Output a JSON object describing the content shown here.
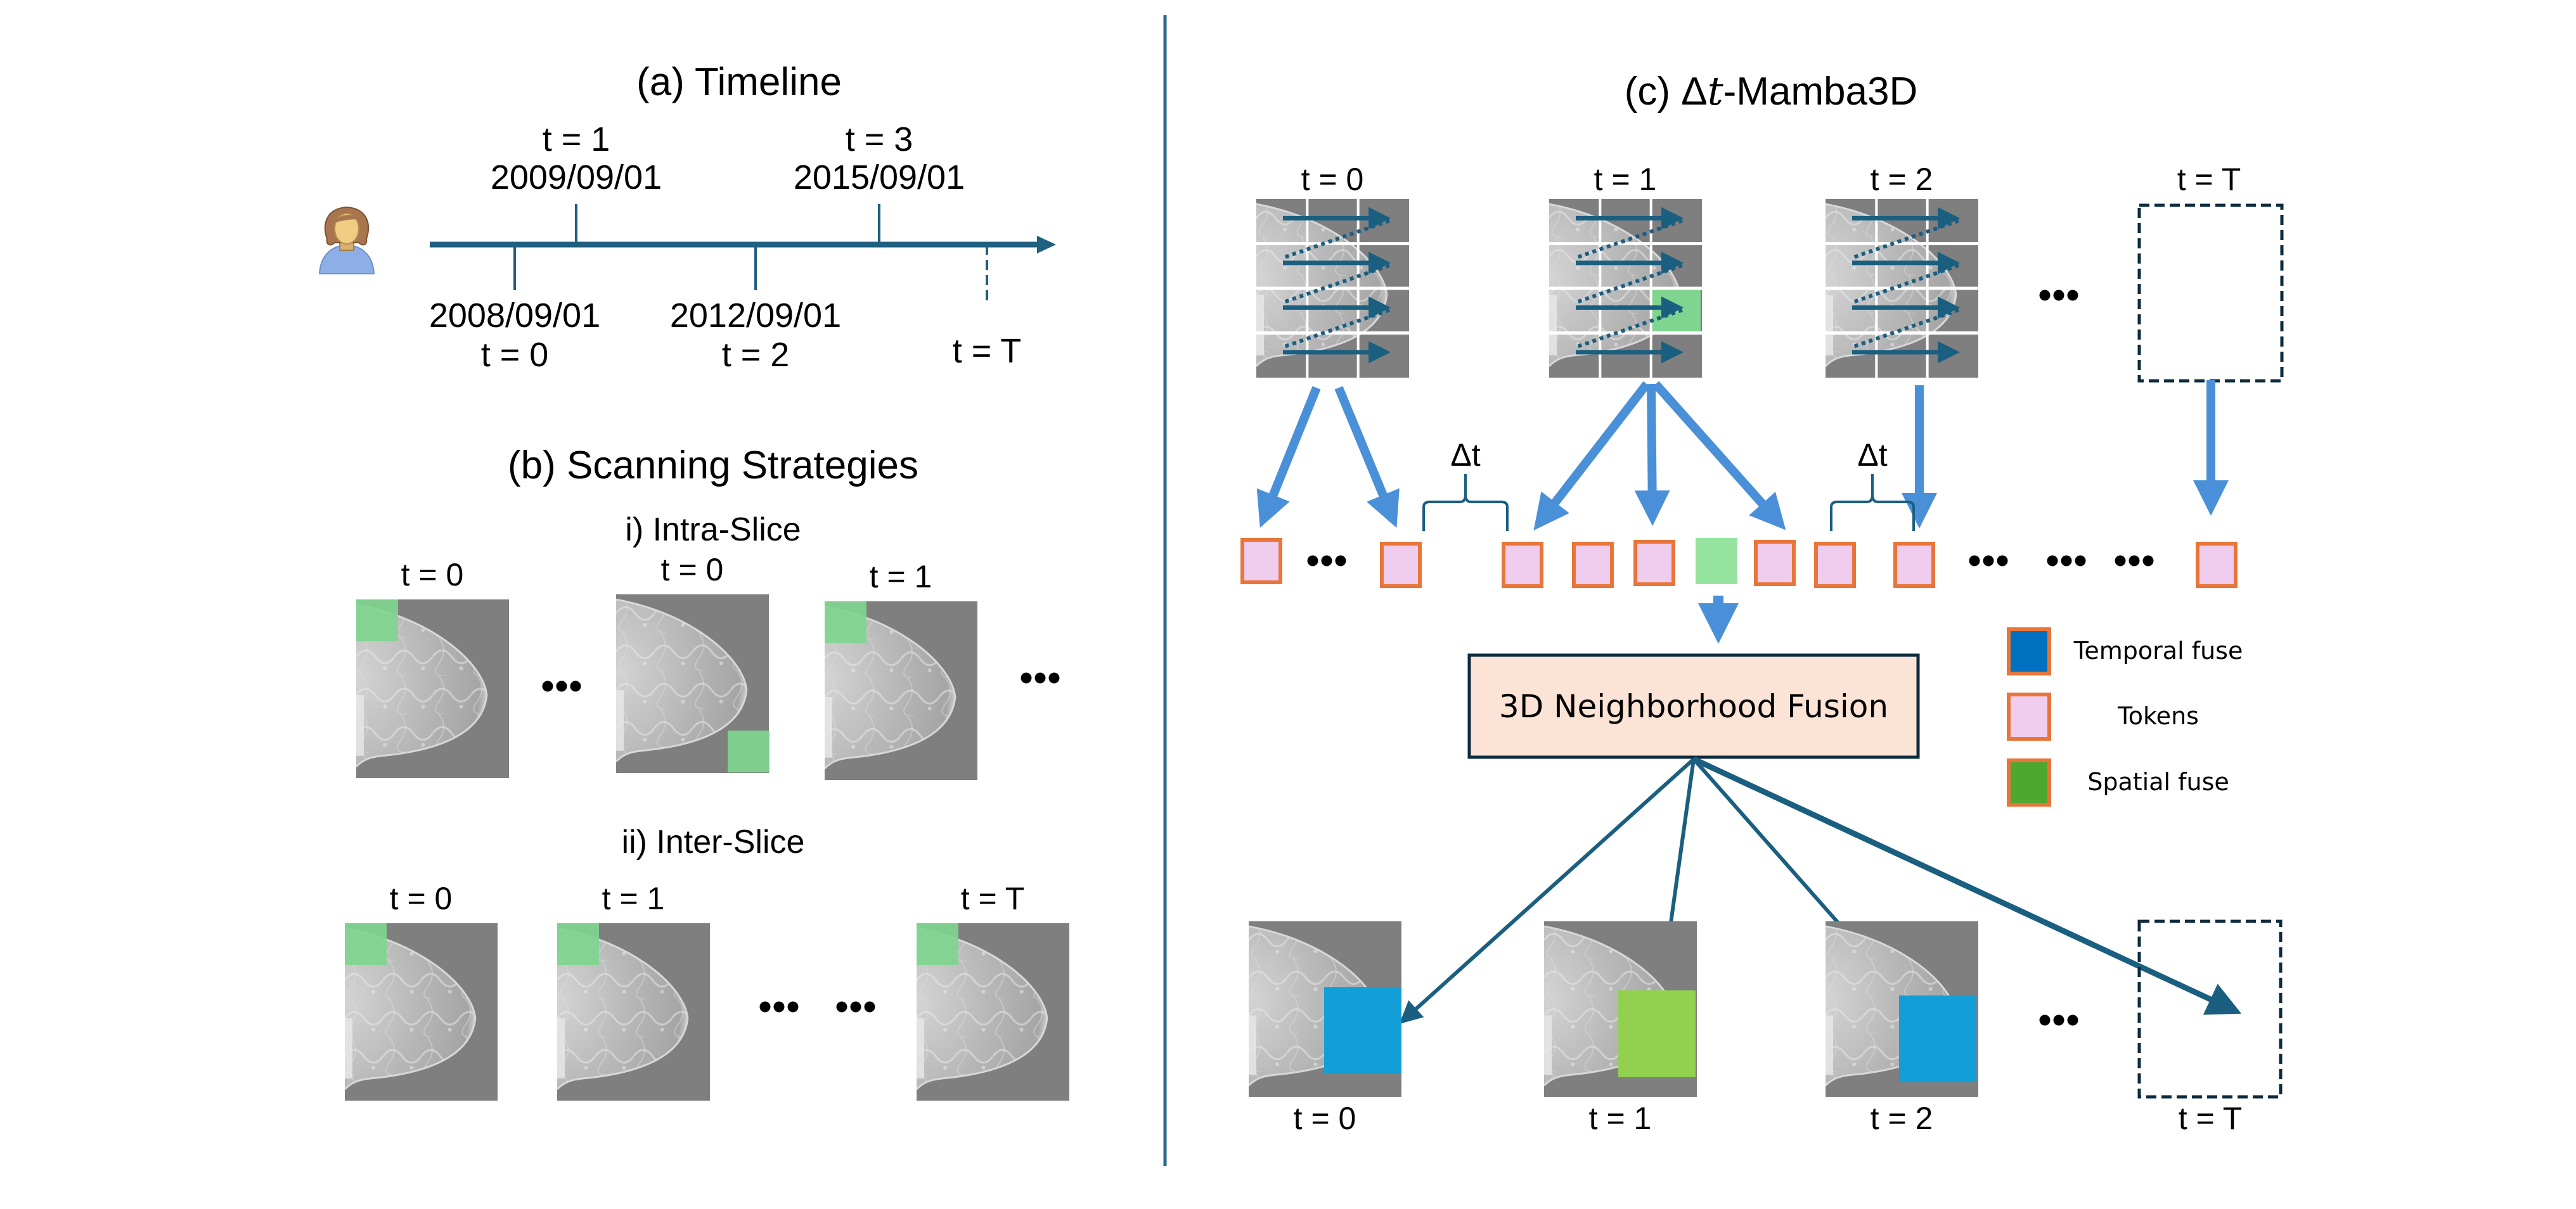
{
  "colors": {
    "timeline": "#1f5f7f",
    "divider": "#2a6a8a",
    "arrow_light": "#4a90d9",
    "arrow_dark": "#1a5e80",
    "token_fill": "#f0ccee",
    "token_border": "#e8763a",
    "green_token": "#96e3a0",
    "green_patch": "#7fd58f",
    "temporal_fuse": "#0070c0",
    "spatial_fuse": "#4ea72e",
    "temporal_overlay": "#129fd8",
    "spatial_overlay": "#92d050",
    "fusion_fill": "#fbe3d6",
    "fusion_border": "#0d2b3e",
    "scan_gray": "#7f7f7f",
    "dashed_box": "#0d2b3e"
  },
  "panel_a": {
    "title": "(a) Timeline",
    "icon": "patient-woman-icon",
    "events": [
      {
        "t_label": "t = 0",
        "date": "2008/09/01",
        "side": "below"
      },
      {
        "t_label": "t = 1",
        "date": "2009/09/01",
        "side": "above"
      },
      {
        "t_label": "t = 2",
        "date": "2012/09/01",
        "side": "below"
      },
      {
        "t_label": "t = 3",
        "date": "2015/09/01",
        "side": "above"
      },
      {
        "t_label": "t = T",
        "date": "",
        "side": "below",
        "dashed": true
      }
    ]
  },
  "panel_b": {
    "title": "(b) Scanning Strategies",
    "intra": {
      "title": "i) Intra-Slice",
      "slices": [
        {
          "label": "t = 0",
          "patch": "top-left"
        },
        {
          "label": "t = 0",
          "patch": "bottom-right"
        },
        {
          "label": "t = 1",
          "patch": "top-left"
        }
      ],
      "ellipsis": "•••"
    },
    "inter": {
      "title": "ii) Inter-Slice",
      "slices": [
        {
          "label": "t = 0",
          "patch": "top-left"
        },
        {
          "label": "t = 1",
          "patch": "top-left"
        },
        {
          "label": "t = T",
          "patch": "top-left"
        }
      ],
      "ellipsis": "•••"
    }
  },
  "panel_c": {
    "title_prefix": "(c) ",
    "title_delta": "Δ",
    "title_t": "t",
    "title_suffix": "-Mamba3D",
    "top_slices": [
      {
        "label": "t = 0",
        "green_cell": null
      },
      {
        "label": "t = 1",
        "green_cell": [
          2,
          2
        ]
      },
      {
        "label": "t = 2",
        "green_cell": null
      },
      {
        "label": "t = T",
        "placeholder": true
      }
    ],
    "grid": {
      "cols": 3,
      "rows": 4
    },
    "delta_label": "Δt",
    "ellipsis": "•••",
    "tokens": [
      "token",
      "ellipsis",
      "token",
      "token",
      "token",
      "token",
      "green",
      "token",
      "token",
      "token",
      "ellipsis",
      "ellipsis",
      "ellipsis",
      "token"
    ],
    "fusion_label": "3D Neighborhood Fusion",
    "legend": [
      {
        "label": "Temporal fuse",
        "swatch": "temporal_fuse"
      },
      {
        "label": "Tokens",
        "swatch": "token_fill"
      },
      {
        "label": "Spatial fuse",
        "swatch": "spatial_fuse"
      }
    ],
    "bottom_slices": [
      {
        "label": "t = 0",
        "overlay": "temporal"
      },
      {
        "label": "t = 1",
        "overlay": "spatial"
      },
      {
        "label": "t = 2",
        "overlay": "temporal"
      },
      {
        "label": "t = T",
        "placeholder": true
      }
    ]
  }
}
